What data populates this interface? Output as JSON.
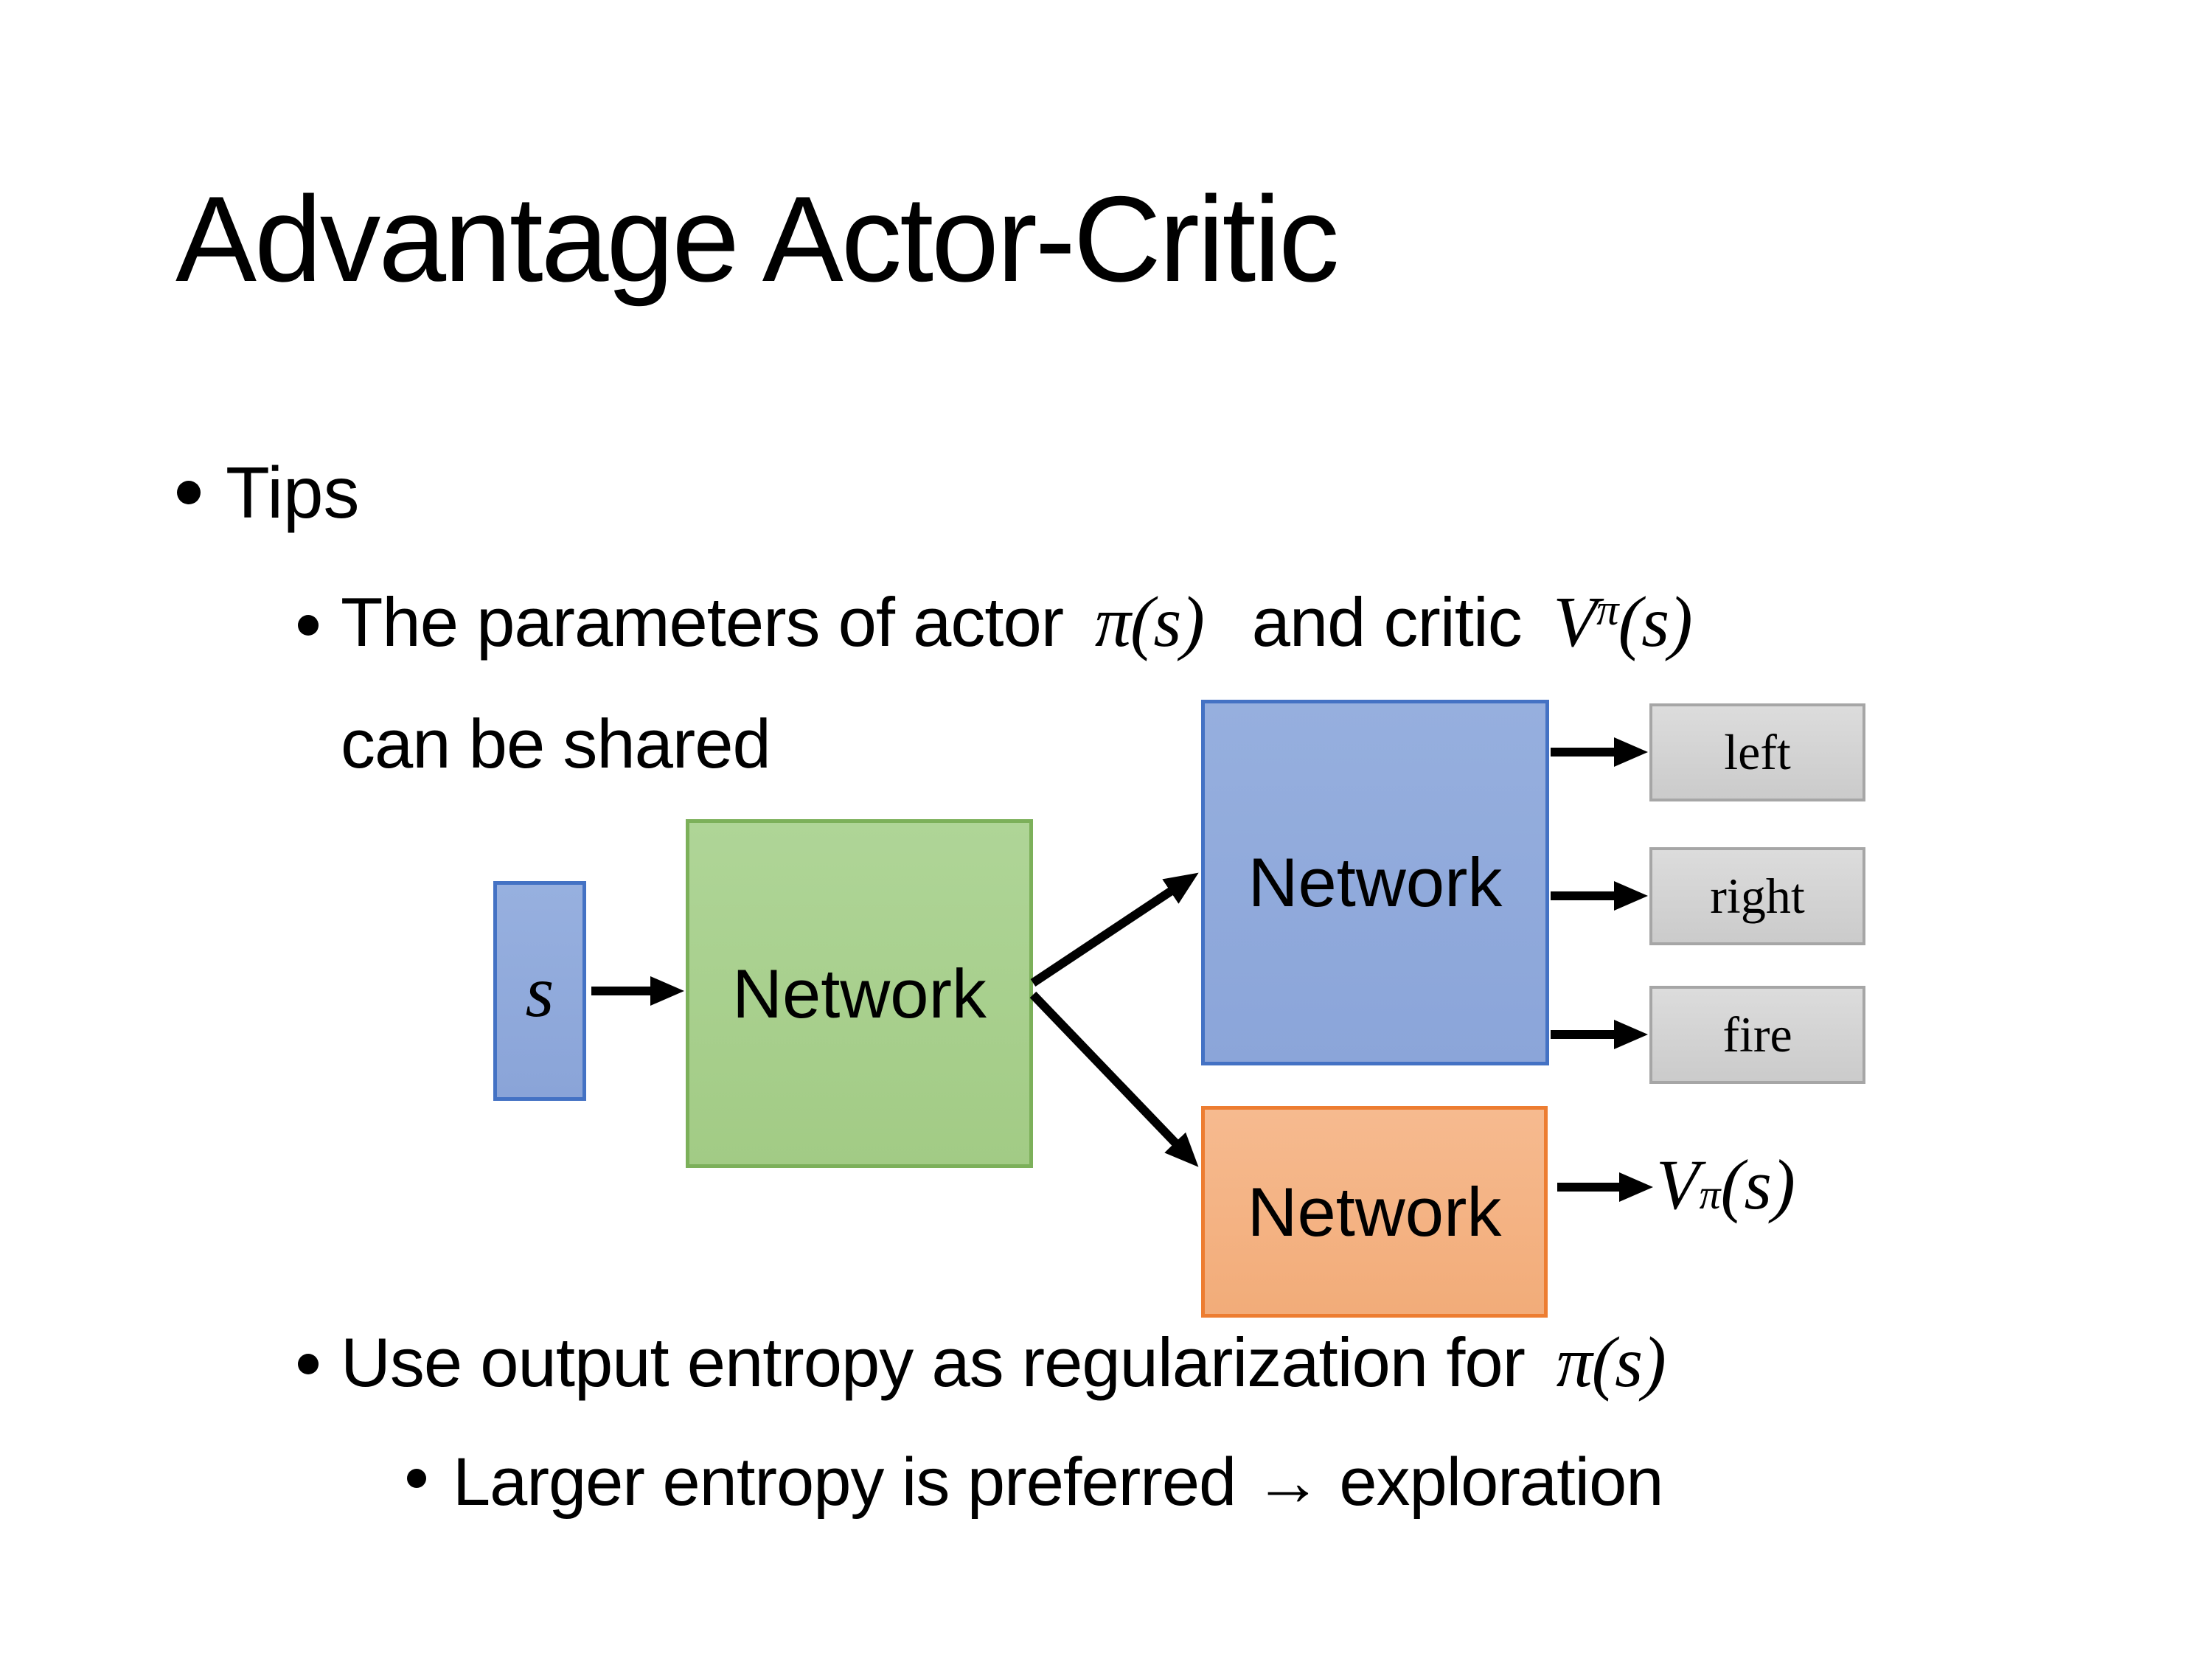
{
  "slide": {
    "title": "Advantage Actor-Critic",
    "bullets": {
      "tips": "Tips",
      "params_text": "The parameters of actor",
      "params_pi_s": "π(s)",
      "params_mid": "and critic",
      "params_v": "V",
      "params_v_sup": "π",
      "params_v_args": "(s)",
      "params_line2": "can be shared",
      "entropy_text": "Use output entropy as regularization for",
      "entropy_pi_s": "π(s)",
      "larger_text": "Larger entropy is preferred → exploration"
    }
  },
  "diagram": {
    "state_label": "s",
    "shared_network_label": "Network",
    "actor_network_label": "Network",
    "critic_network_label": "Network",
    "actions": [
      "left",
      "right",
      "fire"
    ],
    "value_v": "V",
    "value_sup": "π",
    "value_args": "(s)"
  },
  "colors": {
    "arrow": "#000000",
    "state_fill": "#8FAADC",
    "state_border": "#4472C4",
    "shared_fill": "#A9D18E",
    "shared_border": "#7CB05A",
    "actor_fill": "#8FAADC",
    "actor_border": "#4472C4",
    "critic_fill": "#F4B183",
    "critic_border": "#ED7D31",
    "action_fill": "#D6D6D6",
    "action_border": "#A6A6A6"
  },
  "css_vars": {
    "--state-fill-top": "#97B0DF",
    "--state-fill-bot": "#8AA4D8",
    "--state-border": "#4472C4",
    "--shared-fill-top": "#AFD597",
    "--shared-fill-bot": "#A2CB85",
    "--shared-border": "#7CB05A",
    "--actor-fill-top": "#96AFDE",
    "--actor-fill-bot": "#8BA5D9",
    "--actor-border": "#4472C4",
    "--critic-fill-top": "#F6BA8F",
    "--critic-fill-bot": "#F2AC79",
    "--critic-border": "#ED7D31",
    "--action-fill-top": "#DCDCDC",
    "--action-fill-bot": "#CBCBCB",
    "--action-border": "#A6A6A6"
  }
}
